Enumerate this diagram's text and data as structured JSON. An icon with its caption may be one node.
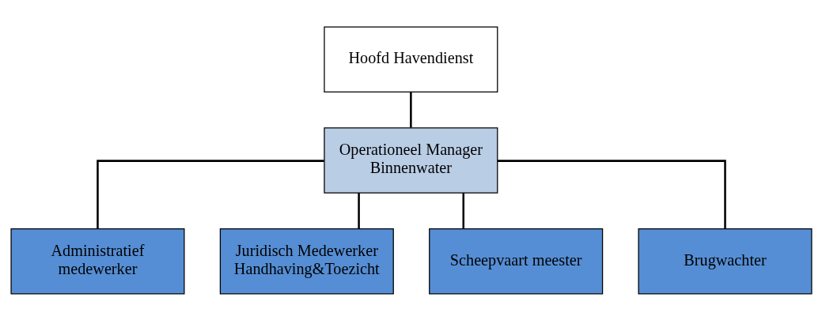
{
  "diagram": {
    "nodes": [
      {
        "text": [
          "Hoofd Havendienst"
        ]
      },
      {
        "text": [
          "Operationeel Manager Binnenwater"
        ]
      },
      {
        "text": [
          "Administratief medewerker"
        ]
      },
      {
        "text": [
          "Juridisch Medewerker Handhaving&Toezicht"
        ]
      },
      {
        "text": [
          "Scheepvaart meester"
        ]
      },
      {
        "text": [
          "Brugwachter"
        ]
      }
    ],
    "edges": [
      {
        "from": 0,
        "to": 1,
        "arrow": "none"
      },
      {
        "from": 1,
        "to": 2,
        "arrow": "none"
      },
      {
        "from": 1,
        "to": 3,
        "arrow": "none"
      },
      {
        "from": 1,
        "to": 4,
        "arrow": "none"
      },
      {
        "from": 1,
        "to": 5,
        "arrow": "none"
      }
    ]
  }
}
